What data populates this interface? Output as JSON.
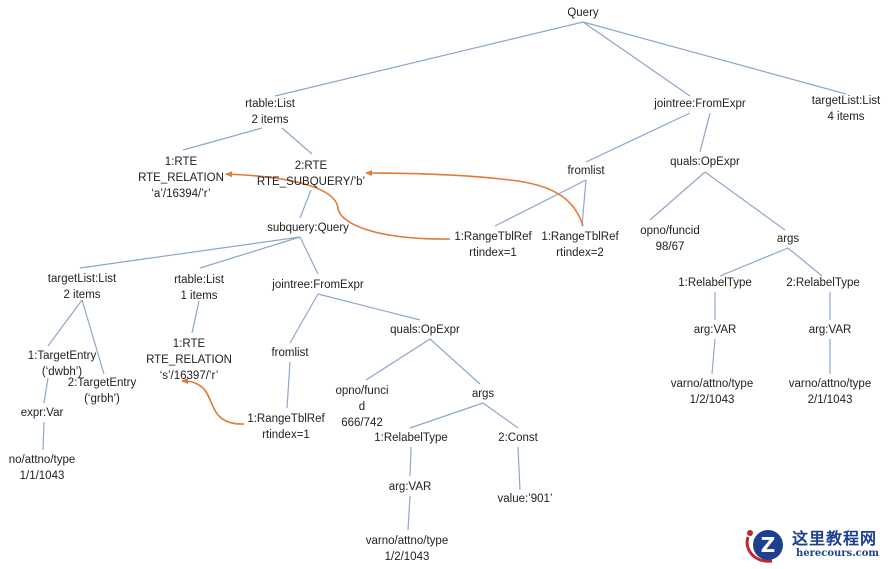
{
  "title": "Query tree diagram",
  "nodes": [
    {
      "id": "query",
      "lines": [
        "Query"
      ]
    },
    {
      "id": "rtable",
      "lines": [
        "rtable:List",
        "2 items"
      ]
    },
    {
      "id": "jointree",
      "lines": [
        "jointree:FromExpr"
      ]
    },
    {
      "id": "targetlist",
      "lines": [
        "targetList:List",
        "4 items"
      ]
    },
    {
      "id": "rte1",
      "lines": [
        "1:RTE",
        "RTE_RELATION",
        "‘a’/16394/’r’"
      ]
    },
    {
      "id": "rte2",
      "lines": [
        "2:RTE",
        "RTE_SUBQUERY/’b’"
      ]
    },
    {
      "id": "fromlist",
      "lines": [
        "fromlist"
      ]
    },
    {
      "id": "quals",
      "lines": [
        "quals:OpExpr"
      ]
    },
    {
      "id": "rtr1",
      "lines": [
        "1:RangeTblRef",
        "rtindex=1"
      ]
    },
    {
      "id": "rtr2",
      "lines": [
        "1:RangeTblRef",
        "rtindex=2"
      ]
    },
    {
      "id": "opno",
      "lines": [
        "opno/funcid",
        "98/67"
      ]
    },
    {
      "id": "args",
      "lines": [
        "args"
      ]
    },
    {
      "id": "subquery",
      "lines": [
        "subquery:Query"
      ]
    },
    {
      "id": "rel1",
      "lines": [
        "1:RelabelType"
      ]
    },
    {
      "id": "rel2",
      "lines": [
        "2:RelabelType"
      ]
    },
    {
      "id": "argvar1",
      "lines": [
        "arg:VAR"
      ]
    },
    {
      "id": "argvar2",
      "lines": [
        "arg:VAR"
      ]
    },
    {
      "id": "varno1",
      "lines": [
        "varno/attno/type",
        "1/2/1043"
      ]
    },
    {
      "id": "varno2",
      "lines": [
        "varno/attno/type",
        "2/1/1043"
      ]
    },
    {
      "id": "tl2",
      "lines": [
        "targetList:List",
        "2 items"
      ]
    },
    {
      "id": "rt2",
      "lines": [
        "rtable:List",
        "1 items"
      ]
    },
    {
      "id": "jt2",
      "lines": [
        "jointree:FromExpr"
      ]
    },
    {
      "id": "te1",
      "lines": [
        "1:TargetEntry",
        "(‘dwbh’)"
      ]
    },
    {
      "id": "te2",
      "lines": [
        "2:TargetEntry",
        "(‘grbh’)"
      ]
    },
    {
      "id": "rte3",
      "lines": [
        "1:RTE",
        "RTE_RELATION",
        "‘s’/16397/’r’"
      ]
    },
    {
      "id": "fromlist2",
      "lines": [
        "fromlist"
      ]
    },
    {
      "id": "quals2",
      "lines": [
        "quals:OpExpr"
      ]
    },
    {
      "id": "opno2",
      "lines": [
        "opno/funci",
        "d",
        "666/742"
      ]
    },
    {
      "id": "args2",
      "lines": [
        "args"
      ]
    },
    {
      "id": "rtr3",
      "lines": [
        "1:RangeTblRef",
        "rtindex=1"
      ]
    },
    {
      "id": "exprvar",
      "lines": [
        "expr:Var"
      ]
    },
    {
      "id": "rel3",
      "lines": [
        "1:RelabelType"
      ]
    },
    {
      "id": "const",
      "lines": [
        "2:Const"
      ]
    },
    {
      "id": "noattno",
      "lines": [
        "no/attno/type",
        "1/1/1043"
      ]
    },
    {
      "id": "argvar3",
      "lines": [
        "arg:VAR"
      ]
    },
    {
      "id": "value",
      "lines": [
        "value:’901’"
      ]
    },
    {
      "id": "varno3",
      "lines": [
        "varno/attno/type",
        "1/2/1043"
      ]
    }
  ],
  "colors": {
    "edge": "#8ea6cc",
    "reference_arrow": "#e07b39",
    "logo": "#1d3f8f"
  },
  "watermark": {
    "cn": "这里教程网",
    "en": "herecours.com"
  }
}
